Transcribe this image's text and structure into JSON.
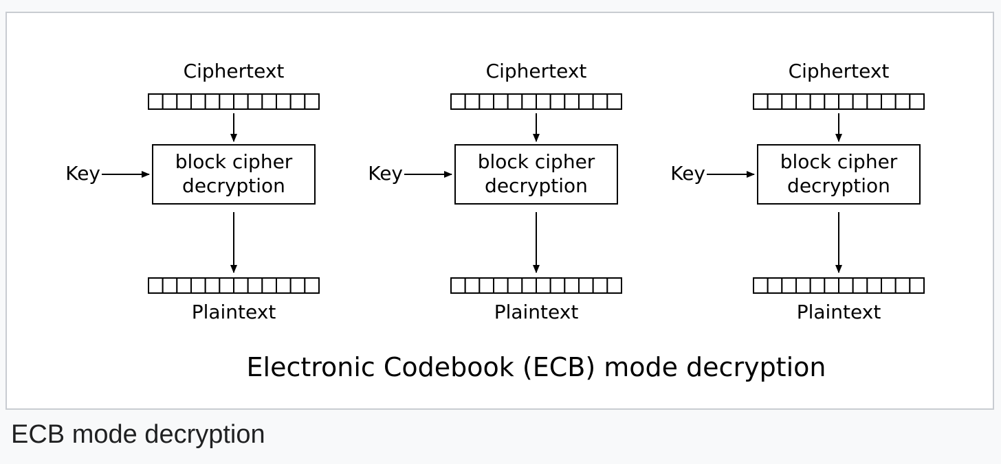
{
  "diagram": {
    "title": "Electronic Codebook (ECB) mode decryption",
    "key_label": "Key",
    "block_cipher_line1": "block cipher",
    "block_cipher_line2": "decryption",
    "input_label": "Ciphertext",
    "output_label": "Plaintext",
    "block_count": 3,
    "cells_per_block": 12
  },
  "caption": "ECB mode decryption"
}
